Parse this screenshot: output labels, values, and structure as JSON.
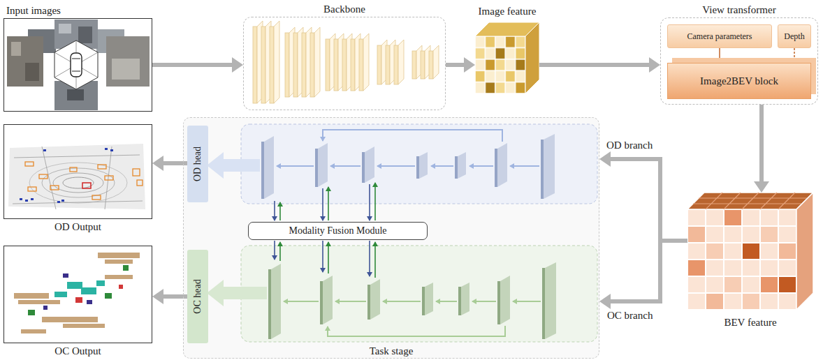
{
  "diagram": {
    "nodes": [
      {
        "text": [
          "Input images"
        ]
      },
      {
        "text": [
          "Backbone"
        ]
      },
      {
        "text": [
          "Image feature"
        ]
      },
      {
        "text": [
          "View transformer"
        ]
      },
      {
        "text": [
          "Camera parameters"
        ],
        "in": 3
      },
      {
        "text": [
          "Depth"
        ],
        "in": 3
      },
      {
        "text": [
          "Image2BEV block"
        ],
        "in": 3
      },
      {
        "text": [
          "OD Output"
        ]
      },
      {
        "text": [
          "Task stage"
        ]
      },
      {
        "text": [
          "OD head"
        ],
        "in": 8
      },
      {
        "text": [
          "Modality Fusion Module"
        ],
        "in": 8
      },
      {
        "text": [
          "OC head"
        ],
        "in": 8
      },
      {
        "text": [
          "BEV feature"
        ]
      },
      {
        "text": [
          "OC Output"
        ]
      }
    ],
    "edges": [
      {
        "from": 0,
        "to": 1,
        "arrow": "to"
      },
      {
        "from": 1,
        "to": 2,
        "arrow": "to"
      },
      {
        "from": 2,
        "to": 3,
        "arrow": "to"
      },
      {
        "from": 4,
        "to": 6,
        "arrow": "to"
      },
      {
        "from": 5,
        "to": 6,
        "arrow": "to"
      },
      {
        "from": 3,
        "to": 12,
        "arrow": "to"
      },
      {
        "from": 12,
        "to": 8,
        "label": "OD branch",
        "arrow": "to"
      },
      {
        "from": 12,
        "to": 8,
        "label": "OC branch",
        "arrow": "to"
      },
      {
        "from": 9,
        "to": 7,
        "arrow": "to"
      },
      {
        "from": 11,
        "to": 13,
        "arrow": "to"
      }
    ]
  }
}
